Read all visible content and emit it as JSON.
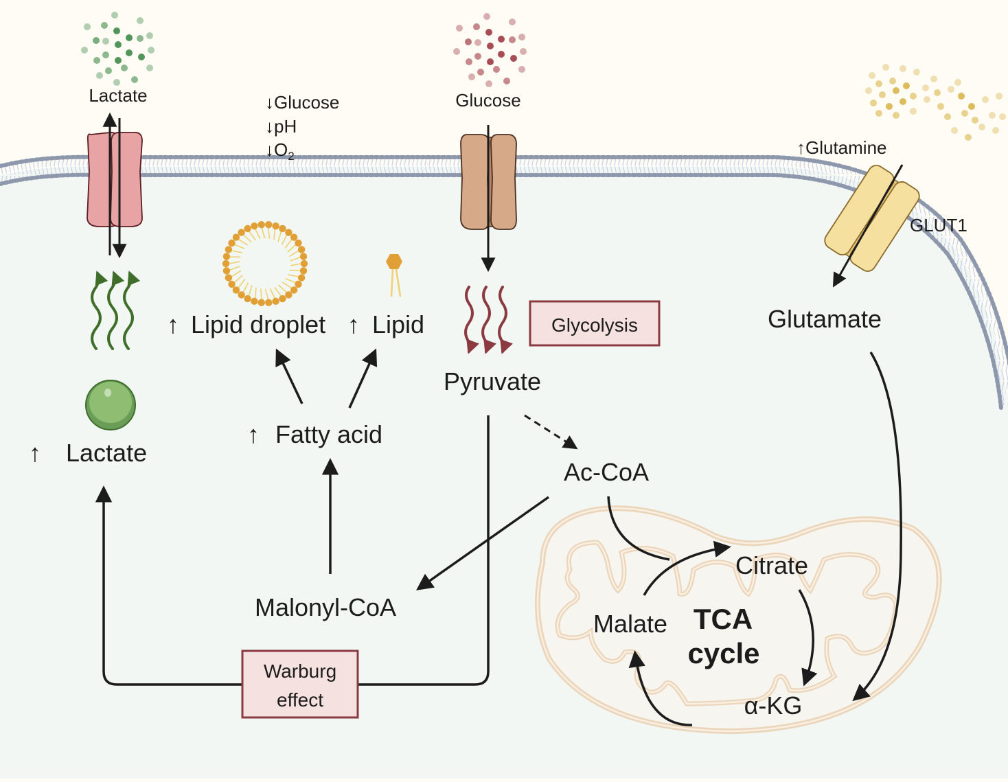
{
  "title": "Tumor cell metabolic reprogramming",
  "colors": {
    "background_outside": "#fefcf5",
    "cytoplasm": "#f2f7f3",
    "membrane_head": "#8e98ac",
    "membrane_tail": "#c9d3e6",
    "lactate_transporter": "#e8a3a5",
    "glucose_transporter": "#d6a988",
    "glut1_transporter": "#f5e0a0",
    "lactate_dots": "#3f8a4a",
    "glucose_dots": "#a03a44",
    "glutamine_dots": "#d9b54a",
    "lipid": "#e0a035",
    "mitochondrion": "#ecd6bb",
    "box_fill": "#f6e1e1",
    "box_border": "#8a3a40",
    "glycolysis_arrows": "#8a3a40",
    "lactate_arrows": "#3f6e2a",
    "lactate_sphere": "#8fbd72",
    "arrow": "#1c1c1c"
  },
  "extracellular": {
    "lactate_label": "Lactate",
    "glucose_label": "Glucose",
    "conditions": [
      {
        "arrow": "↓",
        "text": "Glucose"
      },
      {
        "arrow": "↓",
        "text": "pH"
      },
      {
        "arrow": "↓",
        "text": "O",
        "sub": "2"
      }
    ],
    "glutamine_label": "↑Glutamine",
    "transporter_label": "GLUT1"
  },
  "intracellular": {
    "lactate_label": "Lactate",
    "lactate_arrow": "↑",
    "lipid_droplet_label": "Lipid droplet",
    "lipid_droplet_arrow": "↑",
    "lipid_label": "Lipid",
    "lipid_arrow": "↑",
    "fatty_acid_label": "Fatty acid",
    "fatty_acid_arrow": "↑",
    "malonyl_coa_label": "Malonyl-CoA",
    "pyruvate_label": "Pyruvate",
    "glycolysis_label": "Glycolysis",
    "ac_coa_label": "Ac-CoA",
    "glutamate_label": "Glutamate",
    "warburg_line1": "Warburg",
    "warburg_line2": "effect"
  },
  "tca": {
    "title_line1": "TCA",
    "title_line2": "cycle",
    "citrate_label": "Citrate",
    "akg_label": "α-KG",
    "malate_label": "Malate"
  }
}
